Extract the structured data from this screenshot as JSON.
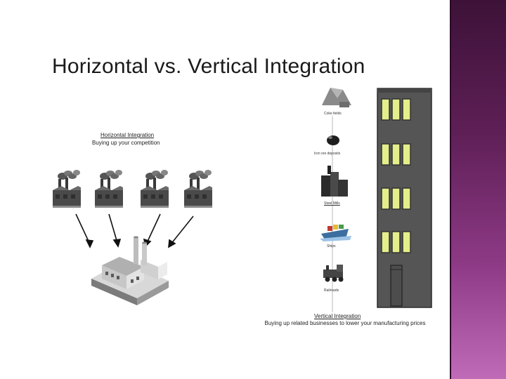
{
  "slide": {
    "title": "Horizontal vs. Vertical Integration",
    "accent_colors": [
      "#5e1f56",
      "#c06bb8"
    ]
  },
  "horizontal": {
    "heading": "Horizontal Integration",
    "subtitle": "Buying up your competition",
    "factory_icon": "smokestack-factory-icon",
    "merged_icon": "large-factory-icon"
  },
  "vertical": {
    "heading": "Vertical Integration",
    "subtitle": "Buying up related businesses to lower your manufacturing prices",
    "chain": [
      {
        "label": "Coke fields",
        "icon": "coal-pile-icon"
      },
      {
        "label": "Iron ore deposits",
        "icon": "ore-icon"
      },
      {
        "label": "Steel Mills",
        "icon": "steel-mill-icon"
      },
      {
        "label": "Ships",
        "icon": "ship-icon"
      },
      {
        "label": "Railroads",
        "icon": "locomotive-icon"
      }
    ],
    "building_icon": "skyscraper-icon"
  }
}
